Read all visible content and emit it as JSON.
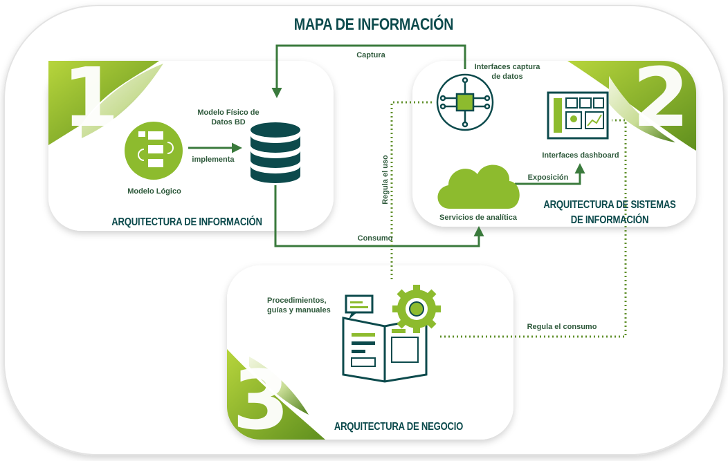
{
  "title": "MAPA DE INFORMACIÓN",
  "sections": [
    {
      "number": "1",
      "name": "ARQUITECTURA DE INFORMACIÓN"
    },
    {
      "number": "2",
      "name": "ARQUITECTURA DE SISTEMAS DE INFORMACIÓN"
    },
    {
      "number": "3",
      "name": "ARQUITECTURA DE NEGOCIO"
    }
  ],
  "nodes": {
    "modelo_logico": "Modelo Lógico",
    "modelo_fisico": "Modelo Físico de Datos BD",
    "interfaces_captura": "Interfaces captura de datos",
    "interfaces_dashboard": "Interfaces dashboard",
    "servicios_analitica": "Servicios de analítica",
    "procedimientos": "Procedimientos, guías y manuales"
  },
  "connections": {
    "captura": "Captura",
    "implementa": "implementa",
    "consumo": "Consumo",
    "exposicion": "Exposición",
    "regula_uso": "Regula el uso",
    "regula_consumo": "Regula el consumo"
  },
  "colors": {
    "primary": "#0c4a4c",
    "accent": "#8dbb2e",
    "accent_dark": "#4f7f1c",
    "label": "#2f5a3c",
    "dotted": "#5f8f2a"
  },
  "icons": [
    "flow-chart-icon",
    "database-icon",
    "chip-icon",
    "dashboard-icon",
    "cloud-icon",
    "book-gear-icon"
  ]
}
